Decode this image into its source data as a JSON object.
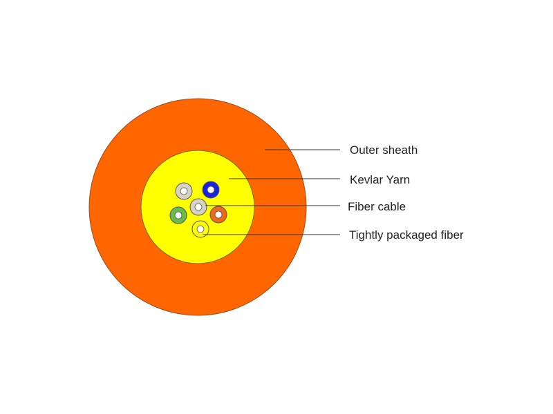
{
  "diagram": {
    "colors": {
      "outer_sheath": "#ff6600",
      "outer_sheath_stroke": "#9a4a1e",
      "kevlar_yarn": "#ffff00",
      "kevlar_stroke": "#7a6a2a",
      "fiber_gray": "#d6d2c4",
      "fiber_blue": "#1a22e0",
      "fiber_green": "#66bb4a",
      "fiber_orange": "#ee6a1a",
      "fiber_yellow": "#ffff00",
      "fiber_core": "#ffffff",
      "leader_line": "#333333"
    },
    "callouts": [
      {
        "id": "outer",
        "label": "Outer sheath"
      },
      {
        "id": "kevlar",
        "label": "Kevlar Yarn"
      },
      {
        "id": "fiber",
        "label": "Fiber cable"
      },
      {
        "id": "tight",
        "label": "Tightly packaged fiber"
      }
    ]
  }
}
